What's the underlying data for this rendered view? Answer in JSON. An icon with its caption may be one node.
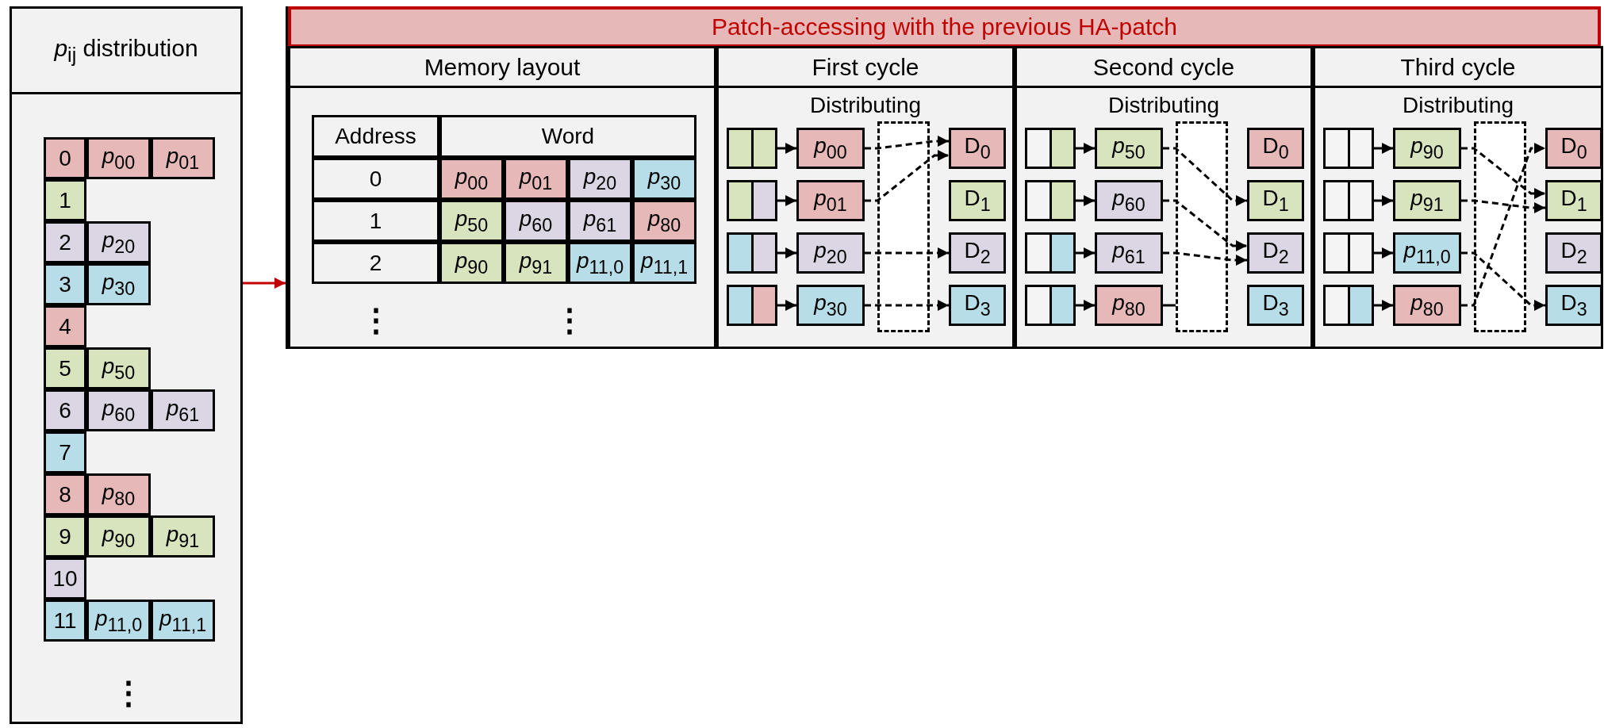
{
  "diagram": {
    "nodes": [
      {
        "text": [
          "*p*$_{ij}$ distribution"
        ]
      },
      {
        "text": [
          "Patch-accessing with the previous HA-patch"
        ]
      },
      {
        "text": [
          "Memory layout"
        ],
        "in": 1
      },
      {
        "text": [
          "First cycle",
          "Distributing"
        ],
        "in": 1
      },
      {
        "text": [],
        "shape": "box",
        "in": 3
      },
      {
        "text": [
          "*p*$_{00}$"
        ],
        "in": 3
      },
      {
        "text": [
          "D$_{0}$"
        ],
        "in": 3
      },
      {
        "text": [],
        "shape": "box",
        "in": 3
      },
      {
        "text": [
          "*p*$_{01}$"
        ],
        "in": 3
      },
      {
        "text": [
          "D$_{1}$"
        ],
        "in": 3
      },
      {
        "text": [],
        "shape": "box",
        "in": 3
      },
      {
        "text": [
          "*p*$_{20}$"
        ],
        "in": 3
      },
      {
        "text": [
          "D$_{2}$"
        ],
        "in": 3
      },
      {
        "text": [],
        "shape": "box",
        "in": 3
      },
      {
        "text": [
          "*p*$_{30}$"
        ],
        "in": 3
      },
      {
        "text": [
          "D$_{3}$"
        ],
        "in": 3
      },
      {
        "text": [
          "Second cycle",
          "Distributing"
        ],
        "in": 1
      },
      {
        "text": [],
        "shape": "box",
        "in": 16
      },
      {
        "text": [
          "*p*$_{50}$"
        ],
        "in": 16
      },
      {
        "text": [
          "D$_{0}$"
        ],
        "in": 16
      },
      {
        "text": [],
        "shape": "box",
        "in": 16
      },
      {
        "text": [
          "*p*$_{60}$"
        ],
        "in": 16
      },
      {
        "text": [
          "D$_{1}$"
        ],
        "in": 16
      },
      {
        "text": [],
        "shape": "box",
        "in": 16
      },
      {
        "text": [
          "*p*$_{61}$"
        ],
        "in": 16
      },
      {
        "text": [
          "D$_{2}$"
        ],
        "in": 16
      },
      {
        "text": [],
        "shape": "box",
        "in": 16
      },
      {
        "text": [
          "*p*$_{80}$"
        ],
        "in": 16
      },
      {
        "text": [
          "D$_{3}$"
        ],
        "in": 16
      },
      {
        "text": [
          "Third cycle",
          "Distributing"
        ],
        "in": 1
      },
      {
        "text": [],
        "shape": "box",
        "in": 29
      },
      {
        "text": [
          "*p*$_{90}$"
        ],
        "in": 29
      },
      {
        "text": [
          "D$_{0}$"
        ],
        "in": 29
      },
      {
        "text": [],
        "shape": "box",
        "in": 29
      },
      {
        "text": [
          "*p*$_{91}$"
        ],
        "in": 29
      },
      {
        "text": [
          "D$_{1}$"
        ],
        "in": 29
      },
      {
        "text": [],
        "shape": "box",
        "in": 29
      },
      {
        "text": [
          "*p*$_{11,0}$"
        ],
        "in": 29
      },
      {
        "text": [
          "D$_{2}$"
        ],
        "in": 29
      },
      {
        "text": [],
        "shape": "box",
        "in": 29
      },
      {
        "text": [
          "*p*$_{80}$"
        ],
        "in": 29
      },
      {
        "text": [
          "D$_{3}$"
        ],
        "in": 29
      }
    ],
    "edges": [
      {
        "from": 0,
        "to": 1,
        "arrow": "to",
        "color": "#c00000"
      },
      {
        "from": 4,
        "to": 5,
        "arrow": "to"
      },
      {
        "from": 7,
        "to": 8,
        "arrow": "to"
      },
      {
        "from": 10,
        "to": 11,
        "arrow": "to"
      },
      {
        "from": 13,
        "to": 14,
        "arrow": "to"
      },
      {
        "from": 5,
        "to": 6,
        "arrow": "to",
        "style": "dashed"
      },
      {
        "from": 8,
        "to": 6,
        "arrow": "to",
        "style": "dashed"
      },
      {
        "from": 11,
        "to": 12,
        "arrow": "to",
        "style": "dashed"
      },
      {
        "from": 14,
        "to": 15,
        "arrow": "to",
        "style": "dashed"
      },
      {
        "from": 17,
        "to": 18,
        "arrow": "to"
      },
      {
        "from": 20,
        "to": 21,
        "arrow": "to"
      },
      {
        "from": 23,
        "to": 24,
        "arrow": "to"
      },
      {
        "from": 26,
        "to": 27,
        "arrow": "to"
      },
      {
        "from": 18,
        "to": 22,
        "arrow": "to",
        "style": "dashed"
      },
      {
        "from": 21,
        "to": 25,
        "arrow": "to",
        "style": "dashed"
      },
      {
        "from": 24,
        "to": 25,
        "arrow": "to",
        "style": "dashed"
      },
      {
        "from": 27,
        "to": null,
        "arrow": "none"
      },
      {
        "from": 30,
        "to": 31,
        "arrow": "to"
      },
      {
        "from": 33,
        "to": 34,
        "arrow": "to"
      },
      {
        "from": 36,
        "to": 37,
        "arrow": "to"
      },
      {
        "from": 39,
        "to": 40,
        "arrow": "to"
      },
      {
        "from": 31,
        "to": 35,
        "arrow": "to",
        "style": "dashed"
      },
      {
        "from": 34,
        "to": 35,
        "arrow": "to",
        "style": "dashed"
      },
      {
        "from": 37,
        "to": 41,
        "arrow": "to",
        "style": "dashed"
      },
      {
        "from": 40,
        "to": 32,
        "arrow": "to",
        "style": "dashed"
      }
    ],
    "labels": [
      "0",
      "*p*$_{00}$",
      "*p*$_{01}$",
      "1",
      "2",
      "*p*$_{20}$",
      "3",
      "*p*$_{30}$",
      "4",
      "5",
      "*p*$_{50}$",
      "6",
      "*p*$_{60}$",
      "*p*$_{61}$",
      "7",
      "8",
      "*p*$_{80}$",
      "9",
      "*p*$_{90}$",
      "*p*$_{91}$",
      "10",
      "11",
      "*p*$_{11,0}$",
      "*p*$_{11,1}$",
      "⋮",
      "Address",
      "Word",
      "0",
      "*p*$_{00}$",
      "*p*$_{01}$",
      "*p*$_{20}$",
      "*p*$_{30}$",
      "1",
      "*p*$_{50}$",
      "*p*$_{60}$",
      "*p*$_{61}$",
      "*p*$_{80}$",
      "2",
      "*p*$_{90}$",
      "*p*$_{91}$",
      "*p*$_{11,0}$",
      "*p*$_{11,1}$",
      "⋮",
      "⋮"
    ]
  }
}
